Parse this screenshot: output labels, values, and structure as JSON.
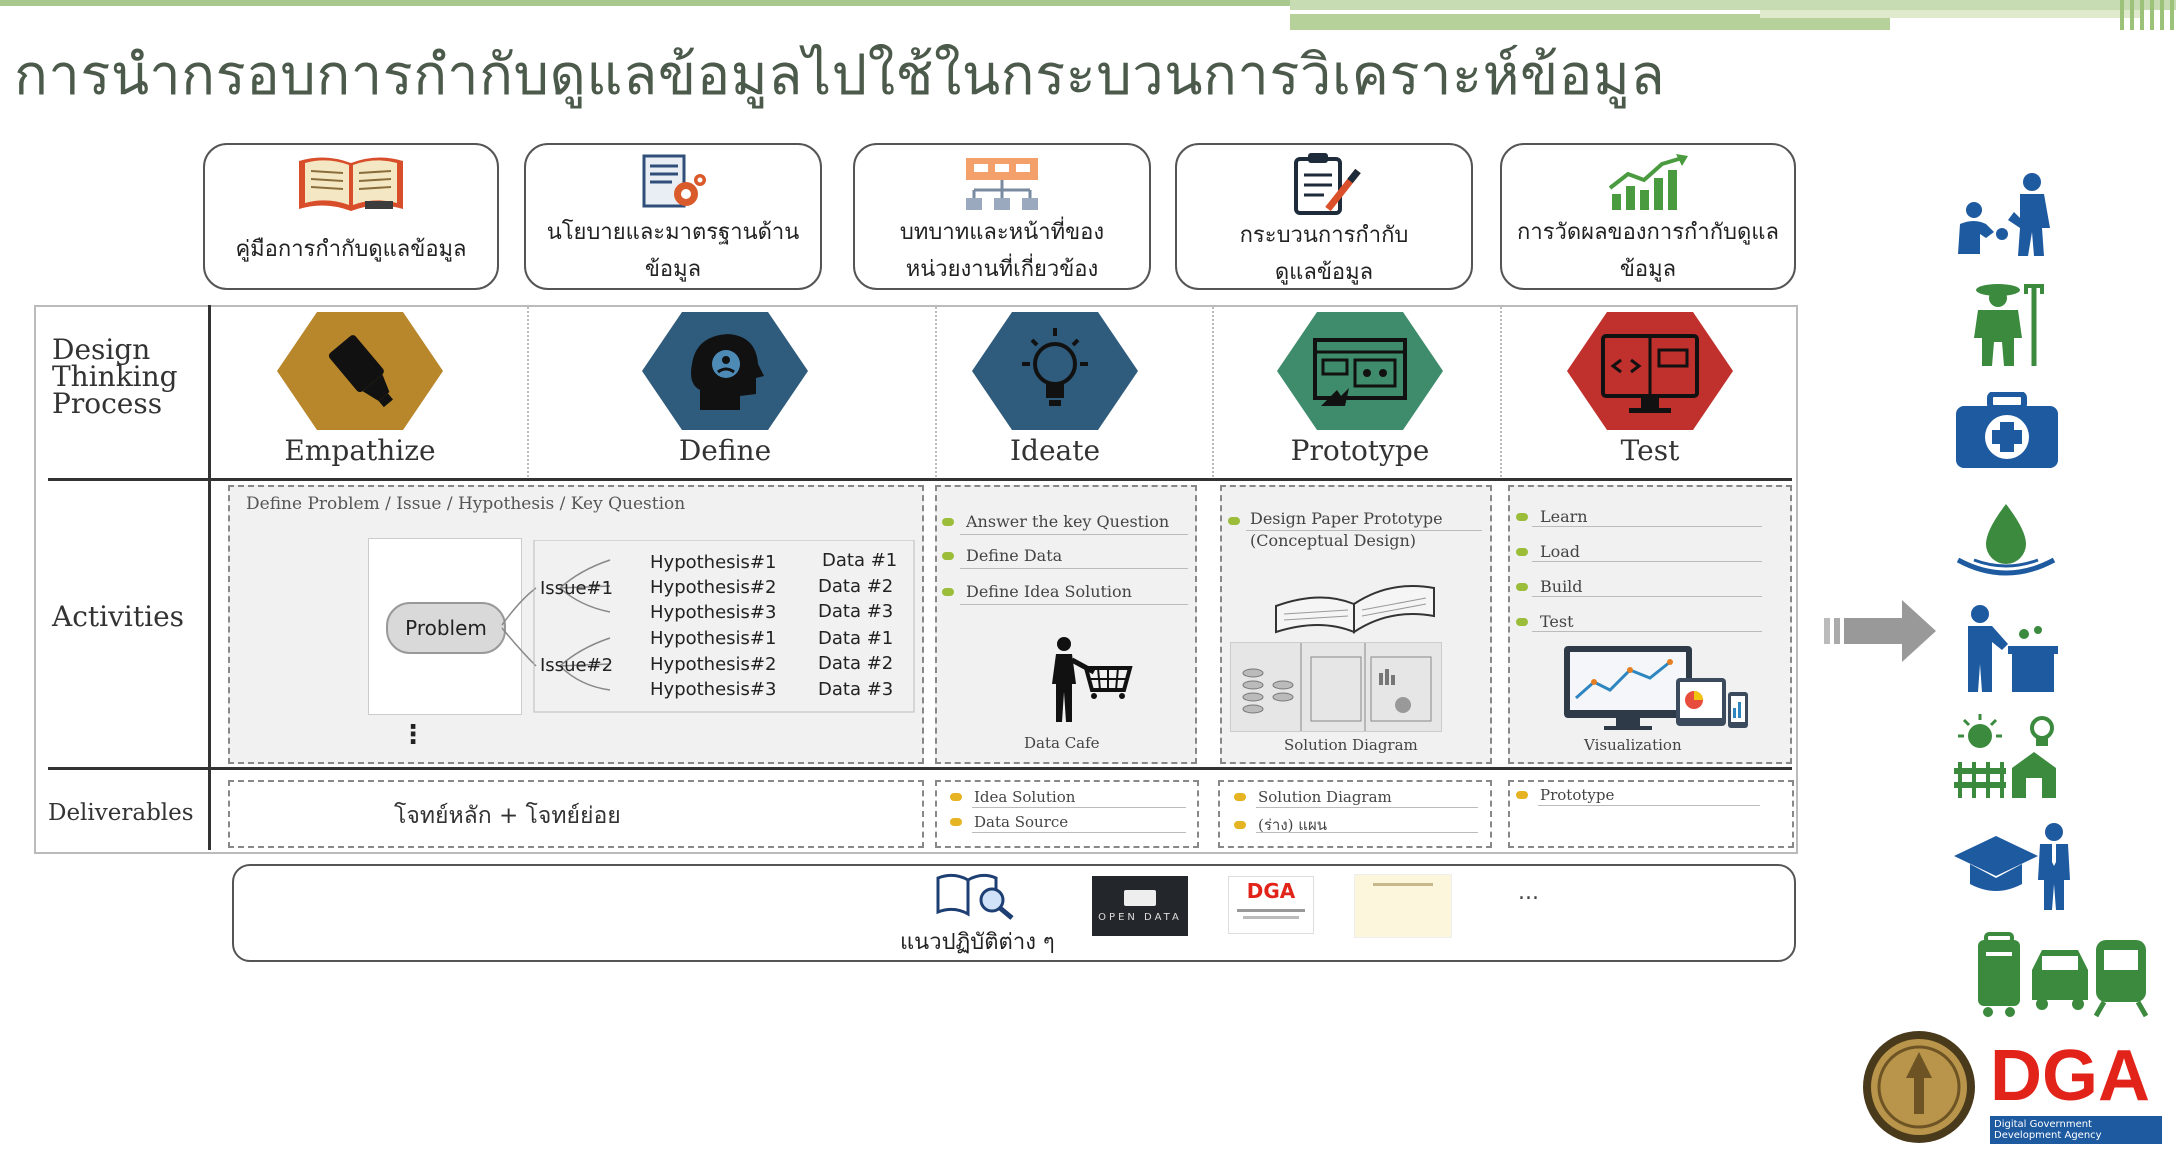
{
  "title": "การนำกรอบการกำกับดูแลข้อมูลไปใช้ในกระบวนการวิเคราะห์ข้อมูล",
  "top_boxes": [
    {
      "label": "คู่มือการกำกับดูแลข้อมูล",
      "icon": "open-book-icon"
    },
    {
      "label": "นโยบายและมาตรฐานด้าน\nข้อมูล",
      "icon": "policy-document-gear-icon"
    },
    {
      "label": "บทบาทและหน้าที่ของ\nหน่วยงานที่เกี่ยวข้อง",
      "icon": "org-chart-icon"
    },
    {
      "label": "กระบวนการกำกับ\nดูแลข้อมูล",
      "icon": "clipboard-pen-icon"
    },
    {
      "label": "การวัดผลของการกำกับดูแล\nข้อมูล",
      "icon": "growth-chart-icon"
    }
  ],
  "row_labels": {
    "process": "Design\nThinking\nProcess",
    "activities": "Activities",
    "deliverables": "Deliverables"
  },
  "stages": [
    {
      "name": "Empathize",
      "color": "#b8862b",
      "icon": "highlighter-icon"
    },
    {
      "name": "Define",
      "color": "#2f5b7c",
      "icon": "head-silhouette-icon"
    },
    {
      "name": "Ideate",
      "color": "#2f5b7c",
      "icon": "lightbulb-icon"
    },
    {
      "name": "Prototype",
      "color": "#3e8c6c",
      "icon": "wireframe-icon"
    },
    {
      "name": "Test",
      "color": "#c0302c",
      "icon": "code-monitor-icon"
    }
  ],
  "activities": {
    "define_header": "Define Problem / Issue / Hypothesis / Key Question",
    "problem": "Problem",
    "ellipsis": "⋮",
    "issues": [
      {
        "label": "Issue#1",
        "hypotheses": [
          {
            "h": "Hypothesis#1",
            "d": "Data #1"
          },
          {
            "h": "Hypothesis#2",
            "d": "Data #2"
          },
          {
            "h": "Hypothesis#3",
            "d": "Data #3"
          }
        ]
      },
      {
        "label": "Issue#2",
        "hypotheses": [
          {
            "h": "Hypothesis#1",
            "d": "Data #1"
          },
          {
            "h": "Hypothesis#2",
            "d": "Data #2"
          },
          {
            "h": "Hypothesis#3",
            "d": "Data #3"
          }
        ]
      }
    ],
    "ideate_items": [
      "Answer the key Question",
      "Define Data",
      "Define Idea Solution"
    ],
    "ideate_caption": "Data Cafe",
    "prototype_items": [
      "Design Paper Prototype\n(Conceptual Design)"
    ],
    "prototype_caption": "Solution Diagram",
    "test_items": [
      "Learn",
      "Load",
      "Build",
      "Test"
    ],
    "test_caption": "Visualization"
  },
  "deliverables": {
    "empathize_define": "โจทย์หลัก + โจทย์ย่อย",
    "ideate": [
      "Idea Solution",
      "Data Source"
    ],
    "prototype": [
      "Solution Diagram",
      "(ร่าง) แผน"
    ],
    "test": [
      "Prototype"
    ]
  },
  "guidelines": {
    "label": "แนวปฏิบัติต่าง ๆ",
    "ellipsis": "...",
    "open_data_text": "OPEN DATA",
    "dga_text": "DGA"
  },
  "rail_icons": [
    "caregiver-icon",
    "farmer-icon",
    "medical-kit-icon",
    "water-drop-icon",
    "waste-bin-icon",
    "smart-farm-icon",
    "education-icon",
    "transport-icon"
  ],
  "footer": {
    "logo_text": "DGA",
    "logo_subtext": "Digital Government Development Agency"
  },
  "colors": {
    "rail": "#1e5aa0",
    "green": "#3b8a3e",
    "dga_red": "#e2231a",
    "accent": "#9bbd3a"
  }
}
